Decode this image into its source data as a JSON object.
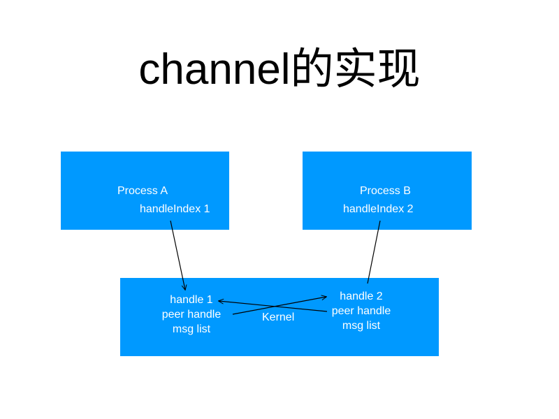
{
  "title": {
    "latin": "channel",
    "cjk": "的实现"
  },
  "process_a": {
    "name": "Process A",
    "handle_index": "handleIndex 1"
  },
  "process_b": {
    "name": "Process B",
    "handle_index": "handleIndex 2"
  },
  "kernel": {
    "label": "Kernel",
    "handle1": {
      "handle": "handle 1",
      "peer": "peer handle",
      "msgs": "msg list"
    },
    "handle2": {
      "handle": "handle 2",
      "peer": "peer handle",
      "msgs": "msg list"
    }
  },
  "colors": {
    "box_fill": "#0099ff",
    "text": "#ffffff",
    "arrow": "#000000"
  }
}
